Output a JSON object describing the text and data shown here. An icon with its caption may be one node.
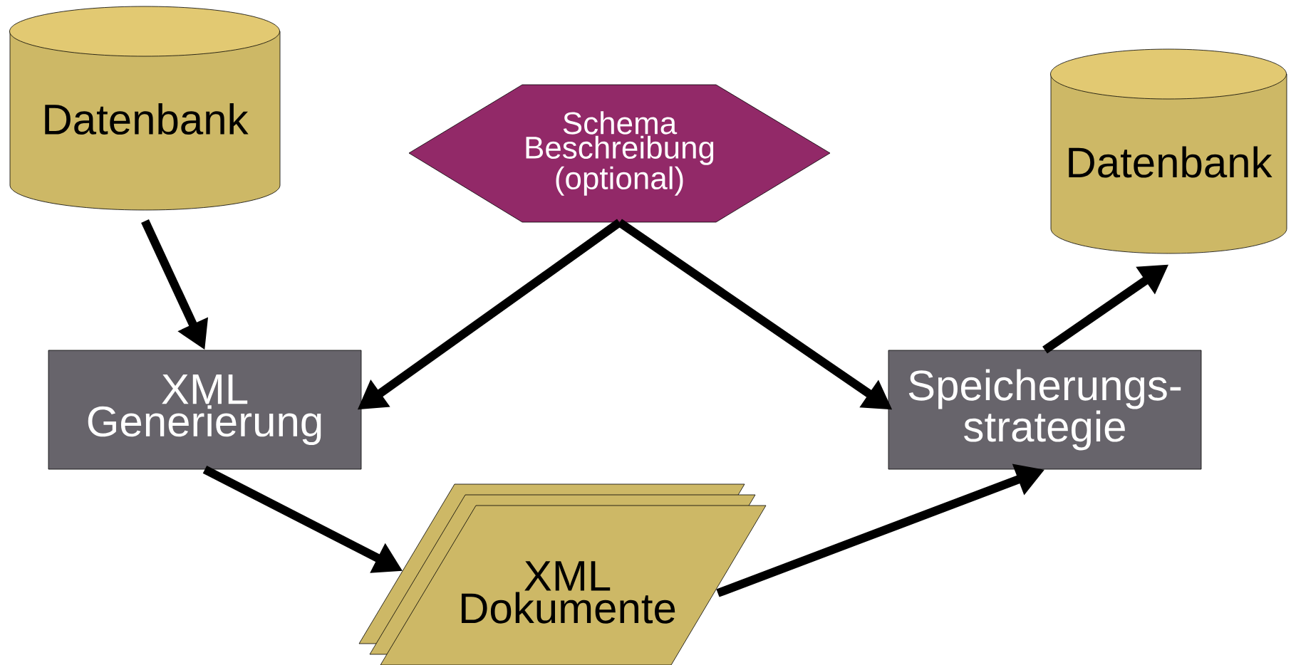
{
  "diagram": {
    "nodes": [
      {
        "text": [
          "Datenbank"
        ]
      },
      {
        "text": [
          "Schema Beschreibung (optional)"
        ]
      },
      {
        "text": [
          "Datenbank"
        ]
      },
      {
        "text": [
          "XML Generierung"
        ]
      },
      {
        "text": [
          "Speicherungs- strategie"
        ]
      },
      {
        "text": [
          "XML Dokumente"
        ]
      }
    ],
    "edges": [
      {
        "from": 0,
        "to": 3,
        "arrow": "to"
      },
      {
        "from": 1,
        "to": 3,
        "arrow": "to"
      },
      {
        "from": 1,
        "to": 4,
        "arrow": "to"
      },
      {
        "from": 3,
        "to": 5,
        "arrow": "to"
      },
      {
        "from": 5,
        "to": 4,
        "arrow": "to"
      },
      {
        "from": 4,
        "to": 2,
        "arrow": "to"
      }
    ]
  }
}
